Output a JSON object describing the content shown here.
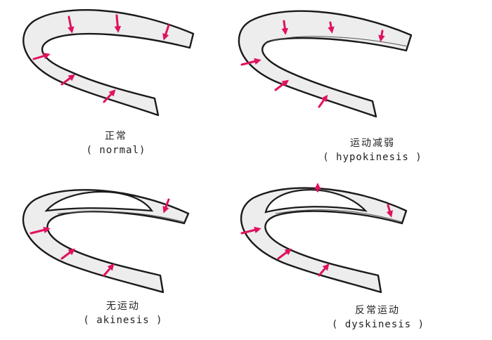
{
  "colors": {
    "arrow": "#e0115f",
    "outline": "#1a1a1a",
    "wall_fill": "#ededed"
  },
  "panels": [
    {
      "label_cn": "正常",
      "label_en": "( normal)"
    },
    {
      "label_cn": "运动减弱",
      "label_en": "( hypokinesis )"
    },
    {
      "label_cn": "无运动",
      "label_en": "( akinesis )"
    },
    {
      "label_cn": "反常运动",
      "label_en": "( dyskinesis )"
    }
  ]
}
